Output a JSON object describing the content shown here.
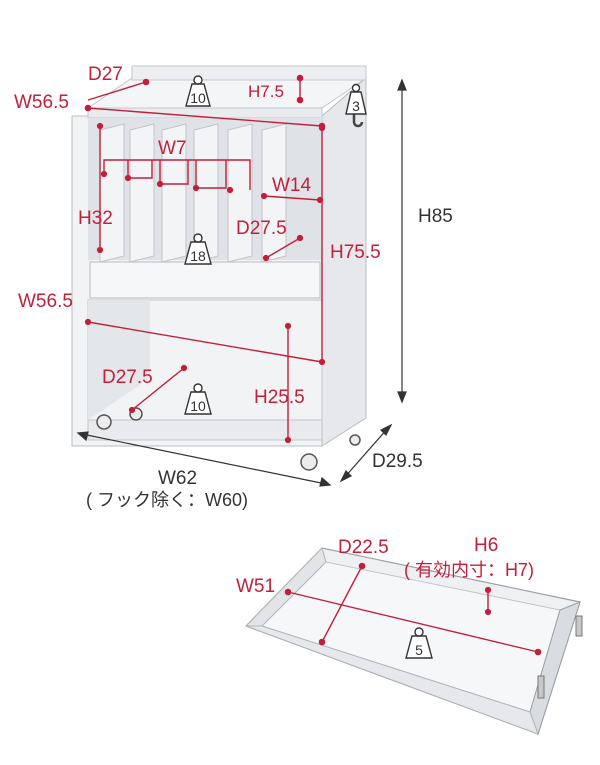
{
  "cabinet": {
    "top_depth": "D27",
    "top_width": "W56.5",
    "top_rail_height": "H7.5",
    "top_load": "10",
    "hook_load": "3",
    "divider_pitch": "W7",
    "wide_slot_width": "W14",
    "shelf_height": "H32",
    "shelf_depth": "D27.5",
    "shelf_load": "18",
    "total_height": "H85",
    "inner_height": "H75.5",
    "lower_width": "W56.5",
    "lower_depth": "D27.5",
    "lower_height": "H25.5",
    "lower_load": "10",
    "total_width": "W62",
    "width_note": "( フック除く：W60)",
    "total_depth": "D29.5"
  },
  "drawer": {
    "inner_width": "W51",
    "inner_depth": "D22.5",
    "height": "H6",
    "height_note": "( 有効内寸：H7)",
    "load": "5"
  },
  "colors": {
    "dimension_red": "#c21f3a",
    "outline_gray": "#333333",
    "body_white": "#f2f3f5",
    "shadow_gray": "#d7dadd"
  }
}
